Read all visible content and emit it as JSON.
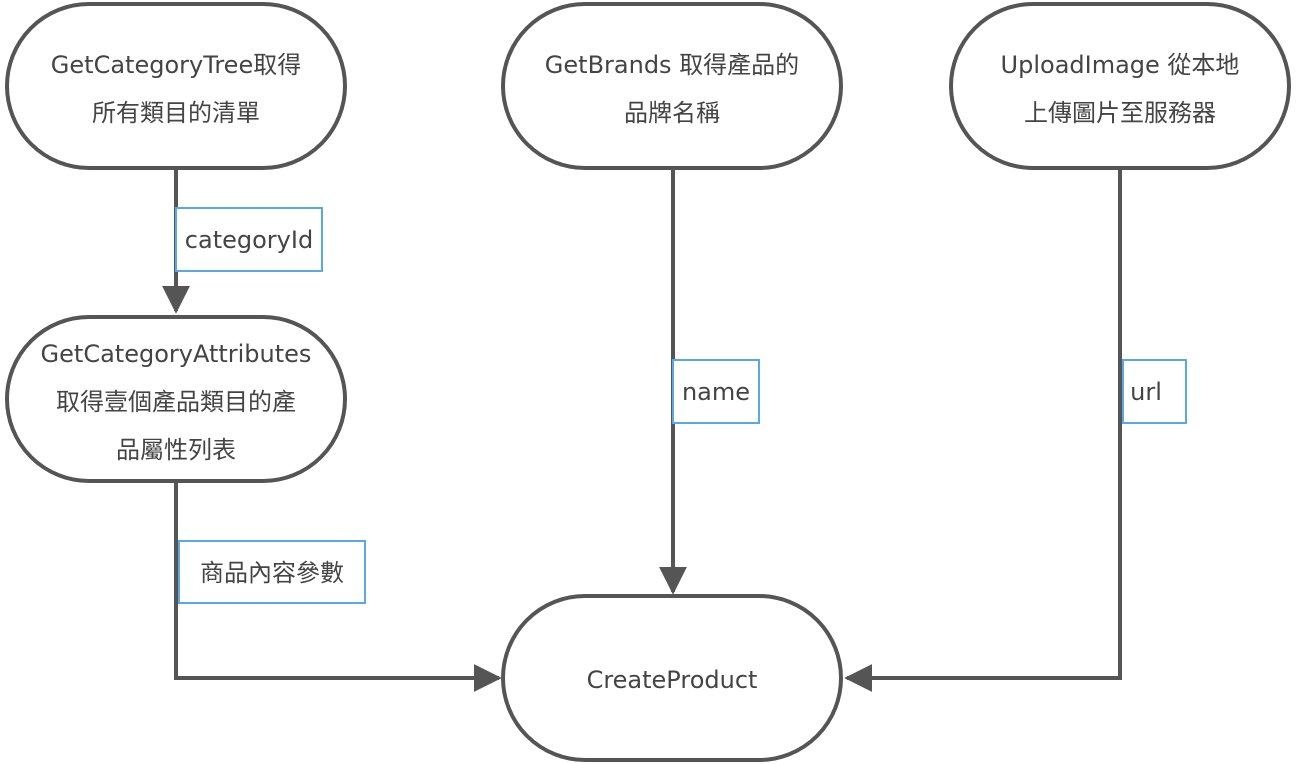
{
  "nodes": {
    "get_category_tree": {
      "lines": [
        "GetCategoryTree取得",
        "所有類目的清單"
      ]
    },
    "get_brands": {
      "lines": [
        "GetBrands 取得產品的",
        "品牌名稱"
      ]
    },
    "upload_image": {
      "lines": [
        "UploadImage 從本地",
        "上傳圖片至服務器"
      ]
    },
    "get_category_attributes": {
      "lines": [
        "GetCategoryAttributes",
        "取得壹個產品類目的產",
        "品屬性列表"
      ]
    },
    "create_product": {
      "lines": [
        "CreateProduct"
      ]
    }
  },
  "edge_labels": {
    "category_id": "categoryId",
    "name": "name",
    "url": "url",
    "product_params": "商品內容參數"
  },
  "colors": {
    "node_stroke": "#555555",
    "edge_stroke": "#555555",
    "label_border": "#5aa9e6",
    "text": "#444444"
  }
}
